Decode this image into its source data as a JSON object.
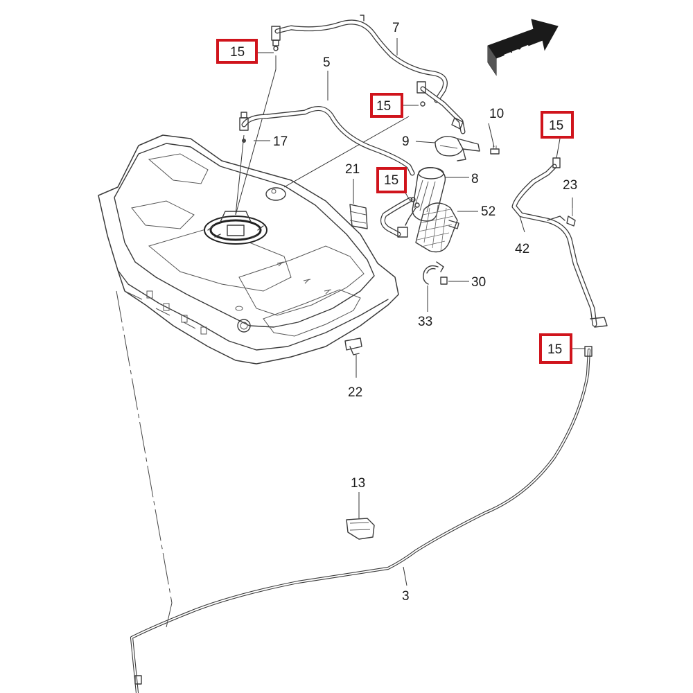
{
  "diagram": {
    "frt_arrow": {
      "text": "FRT",
      "fill": "#1a1a1a",
      "text_color": "#ffffff"
    },
    "highlight_color": "#d0141c",
    "labels": {
      "p7": "7",
      "p5": "5",
      "p10": "10",
      "p9": "9",
      "p17": "17",
      "p21": "21",
      "p8": "8",
      "p23": "23",
      "p52": "52",
      "p42": "42",
      "p30": "30",
      "p33": "33",
      "p22": "22",
      "p13": "13",
      "p3": "3"
    },
    "highlighted_labels": {
      "h1": "15",
      "h2": "15",
      "h3": "15",
      "h4": "15",
      "h5": "15"
    }
  }
}
